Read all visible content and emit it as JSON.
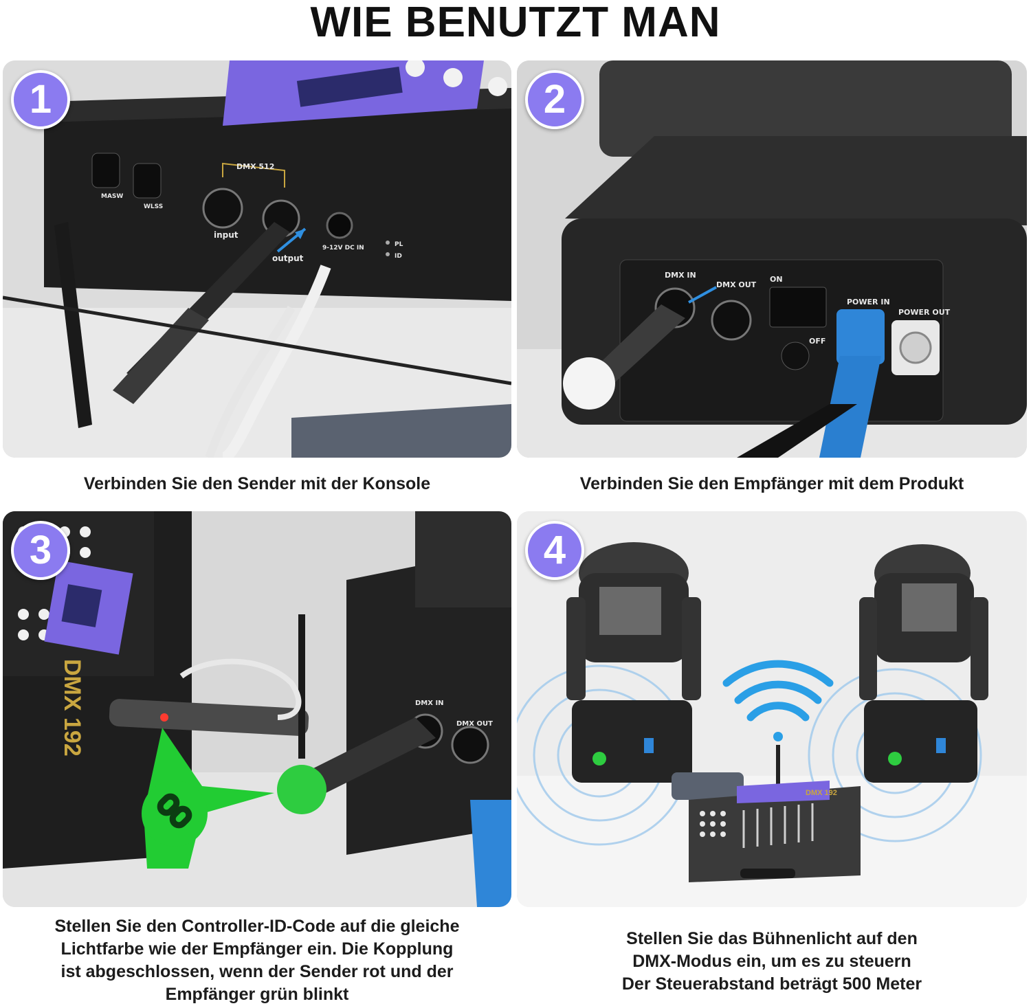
{
  "title": "WIE BENUTZT MAN",
  "steps": [
    {
      "number": "1",
      "caption": [
        "Verbinden Sie den Sender mit der Konsole"
      ],
      "labels": {
        "dmx": "DMX 512",
        "input": "input",
        "output": "output",
        "dc": "9-12V  DC  IN",
        "masw": "MASW",
        "wlss": "WLSS",
        "pl": "PL",
        "id": "ID"
      }
    },
    {
      "number": "2",
      "caption": [
        "Verbinden Sie den Empfänger mit dem Produkt"
      ],
      "labels": {
        "dmx_in": "DMX IN",
        "dmx_out": "DMX OUT",
        "on": "ON",
        "off": "OFF",
        "power_in": "POWER IN",
        "power_out": "POWER OUT"
      }
    },
    {
      "number": "3",
      "caption": [
        "Stellen Sie den Controller-ID-Code auf die gleiche",
        "Lichtfarbe wie der Empfänger ein. Die Kopplung",
        "ist abgeschlossen, wenn der Sender rot und der",
        "Empfänger grün blinkt"
      ],
      "labels": {
        "dmx_in": "DMX IN",
        "dmx_out": "DMX OUT",
        "brand": "DMX 192"
      }
    },
    {
      "number": "4",
      "caption": [
        "Stellen Sie das Bühnenlicht auf den",
        "DMX-Modus ein, um es zu steuern",
        "Der Steuerabstand beträgt 500 Meter"
      ],
      "labels": {
        "brand": "DMX 192"
      }
    }
  ],
  "colors": {
    "badge": "#8b7bf0",
    "receiver_green": "#2ecc40",
    "accent_blue": "#3aa0e8"
  }
}
